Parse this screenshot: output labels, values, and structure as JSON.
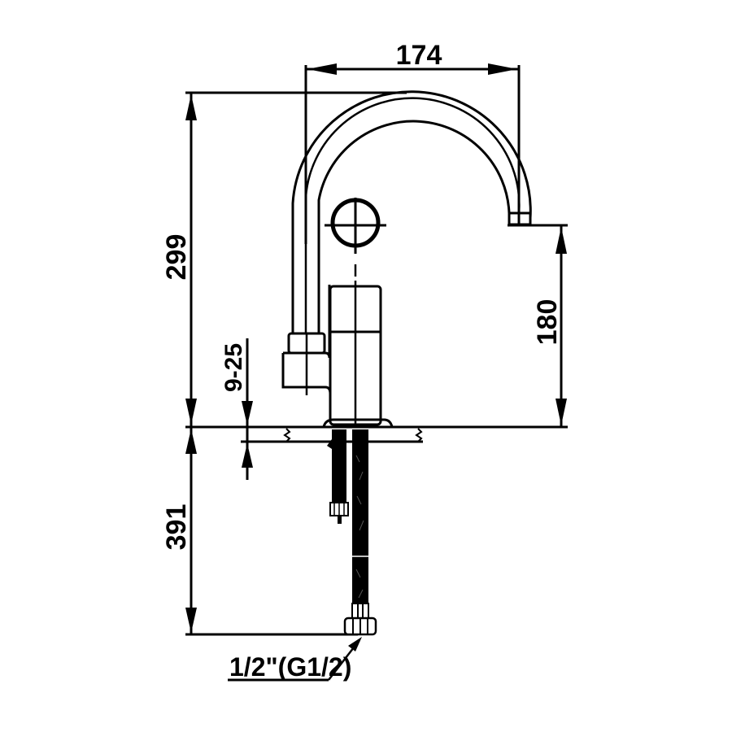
{
  "drawing": {
    "type": "faucet-dimension-drawing",
    "stroke_color": "#000000",
    "background_color": "#ffffff",
    "units": "mm"
  },
  "dimensions": {
    "spout_reach": {
      "label": "174",
      "orientation": "horizontal"
    },
    "total_height": {
      "label": "299",
      "orientation": "vertical"
    },
    "spout_height": {
      "label": "180",
      "orientation": "vertical"
    },
    "deck_thickness": {
      "label": "9-25",
      "orientation": "vertical"
    },
    "hose_length": {
      "label": "391",
      "orientation": "vertical"
    },
    "connection_thread": {
      "label": "½\"(G½)",
      "label_main": "1/2\"",
      "label_thread": "(G1/2)",
      "orientation": "leader"
    }
  }
}
